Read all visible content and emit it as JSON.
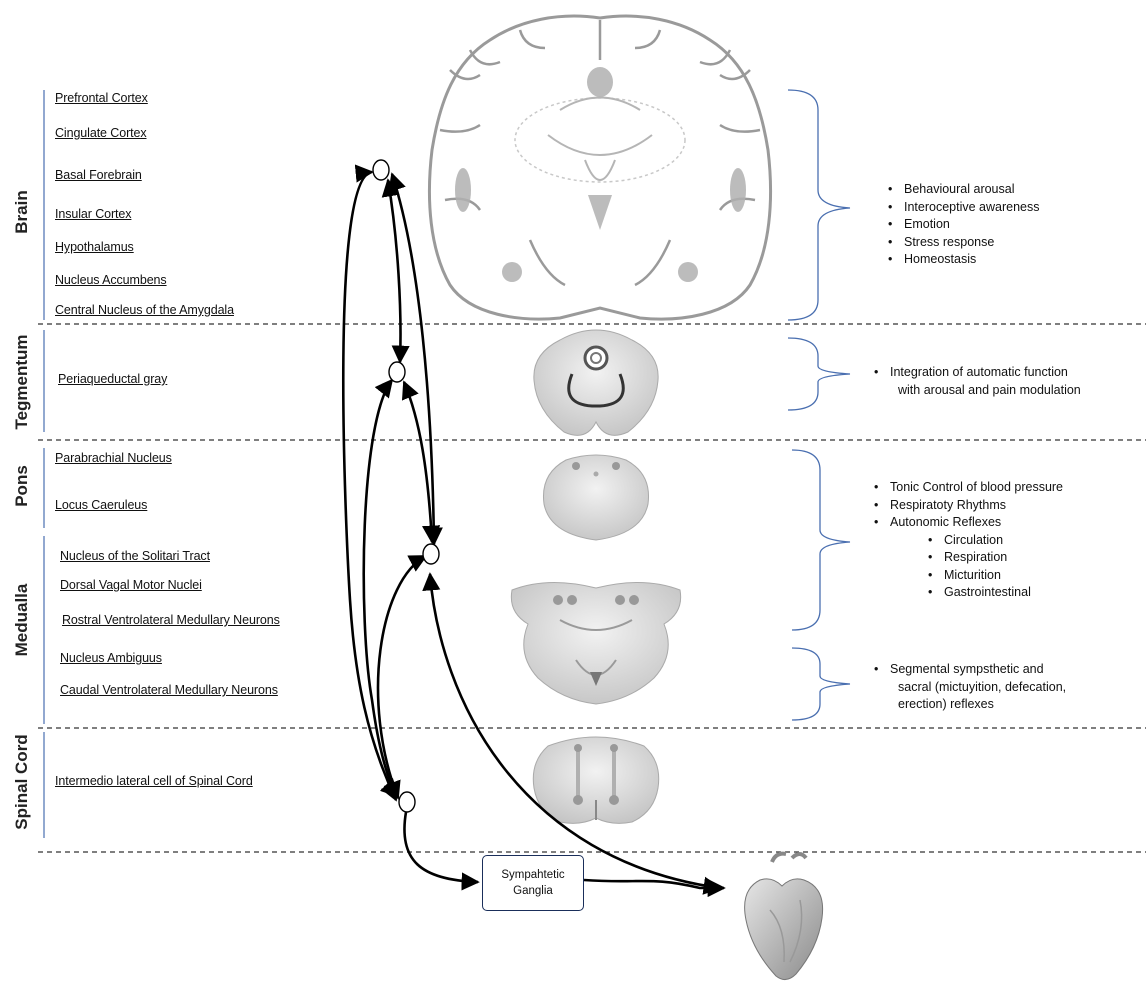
{
  "regions": {
    "brain": "Brain",
    "tegmentum": "Tegmentum",
    "pons": "Pons",
    "medualla": "Medualla",
    "spinal_cord": "Spinal Cord"
  },
  "structures": {
    "prefrontal_cortex": "Prefrontal Cortex",
    "cingulate_cortex": "Cingulate Cortex",
    "basal_forebrain": "Basal Forebrain",
    "insular_cortex": "Insular Cortex",
    "hypothalamus": "Hypothalamus",
    "nucleus_accumbens": "Nucleus Accumbens",
    "central_nucleus_amygdala": "Central Nucleus of the Amygdala",
    "periaqueductal_gray": "Periaqueductal gray",
    "parabrachial_nucleus": "Parabrachial Nucleus",
    "locus_caeruleus": "Locus Caeruleus",
    "nucleus_solitari_tract": "Nucleus of the Solitari Tract",
    "dorsal_vagal_motor_nuclei": "Dorsal Vagal Motor Nuclei",
    "rostral_ventrolateral": "Rostral Ventrolateral Medullary Neurons",
    "nucleus_ambiguus": "Nucleus Ambiguus",
    "caudal_ventrolateral": "Caudal Ventrolateral Medullary Neurons",
    "intermedio_lateral": "Intermedio lateral cell of Spinal Cord"
  },
  "functions": {
    "brain": [
      "Behavioural arousal",
      "Interoceptive awareness",
      "Emotion",
      "Stress response",
      "Homeostasis"
    ],
    "tegmentum": [
      "Integration of automatic function",
      "with arousal and pain modulation"
    ],
    "pons_medulla": [
      "Tonic Control of blood pressure",
      "Respiratoty Rhythms",
      "Autonomic Reflexes"
    ],
    "pons_medulla_sub": [
      "Circulation",
      "Respiration",
      "Micturition",
      "Gastrointestinal"
    ],
    "spinal": [
      "Segmental sympsthetic and",
      "sacral (mictuyition, defecation,",
      "erection) reflexes"
    ]
  },
  "ganglia": {
    "line1": "Sympahtetic",
    "line2": "Ganglia"
  },
  "colors": {
    "bracket": "#4a6fb0",
    "divider": "#333333",
    "arrow": "#000000",
    "tissue": "#cfcfcf",
    "brain_outline": "#9a9a9a"
  },
  "icons": {
    "heart": "heart-icon",
    "brain_section": "brain-coronal-section-icon",
    "midbrain_section": "midbrain-section-icon",
    "pons_section": "pons-section-icon",
    "medulla_section": "medulla-section-icon",
    "spinal_section": "spinal-cord-section-icon"
  }
}
